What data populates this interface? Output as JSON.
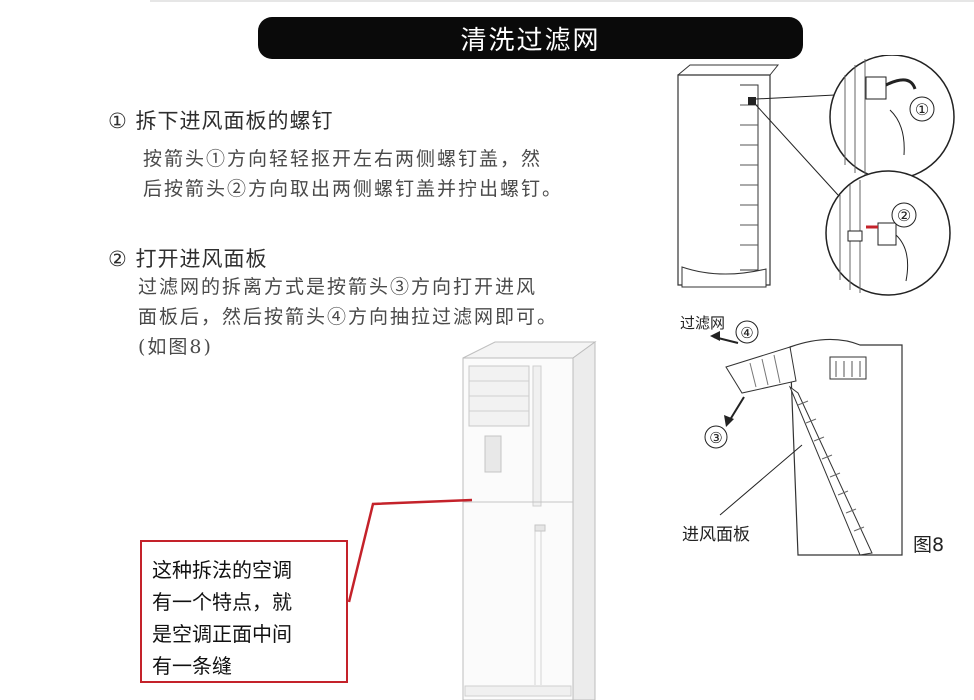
{
  "title": "清洗过滤网",
  "step1": {
    "heading": "①  拆下进风面板的螺钉",
    "lines": [
      "按箭头①方向轻轻抠开左右两侧螺钉盖，然",
      "后按箭头②方向取出两侧螺钉盖并拧出螺钉。"
    ]
  },
  "step2": {
    "heading": "②  打开进风面板",
    "lines": [
      "过滤网的拆离方式是按箭头③方向打开进风",
      "面板后，然后按箭头④方向抽拉过滤网即可。",
      "(如图8)"
    ]
  },
  "callout": {
    "lines": [
      "这种拆法的空调",
      "有一个特点，就",
      "是空调正面中间",
      "有一条缝"
    ]
  },
  "figure": {
    "marker_1": "①",
    "marker_2": "②",
    "marker_3": "③",
    "marker_4": "④",
    "filter_label": "过滤网",
    "panel_label": "进风面板",
    "fig_caption": "图8"
  },
  "colors": {
    "callout_border": "#c4222a",
    "title_bg": "#0a0a0a"
  }
}
